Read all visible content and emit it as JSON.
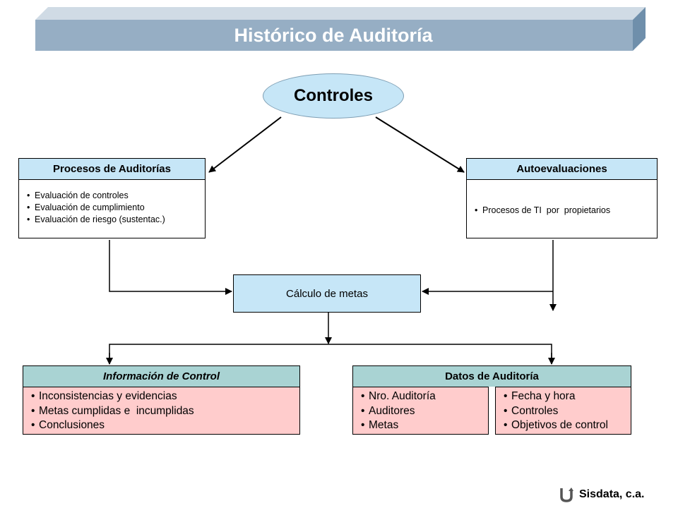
{
  "title": "Histórico de Auditoría",
  "center_node": "Controles",
  "audit_processes": {
    "title": "Procesos de Auditorías",
    "items": [
      "Evaluación de controles",
      "Evaluación de cumplimiento",
      "Evaluación de riesgo (sustentac.)"
    ]
  },
  "self_evaluations": {
    "title": "Autoevaluaciones",
    "items": [
      "Procesos de TI  por  propietarios"
    ]
  },
  "goal_calculation": "Cálculo de metas",
  "control_info": {
    "title": "Información de Control",
    "items": [
      "Inconsistencias y evidencias",
      "Metas cumplidas e  incumplidas",
      "Conclusiones"
    ]
  },
  "audit_data": {
    "title": "Datos de Auditoría",
    "left_items": [
      "Nro. Auditoría",
      "Auditores",
      "Metas"
    ],
    "right_items": [
      "Fecha y hora",
      "Controles",
      "Objetivos de control"
    ]
  },
  "footer": {
    "brand": "Sisdata, c.a."
  },
  "colors": {
    "banner": "#96aec4",
    "node_fill": "#c6e6f7",
    "teal_header": "#a9d3d3",
    "pink_body": "#ffcccc"
  }
}
